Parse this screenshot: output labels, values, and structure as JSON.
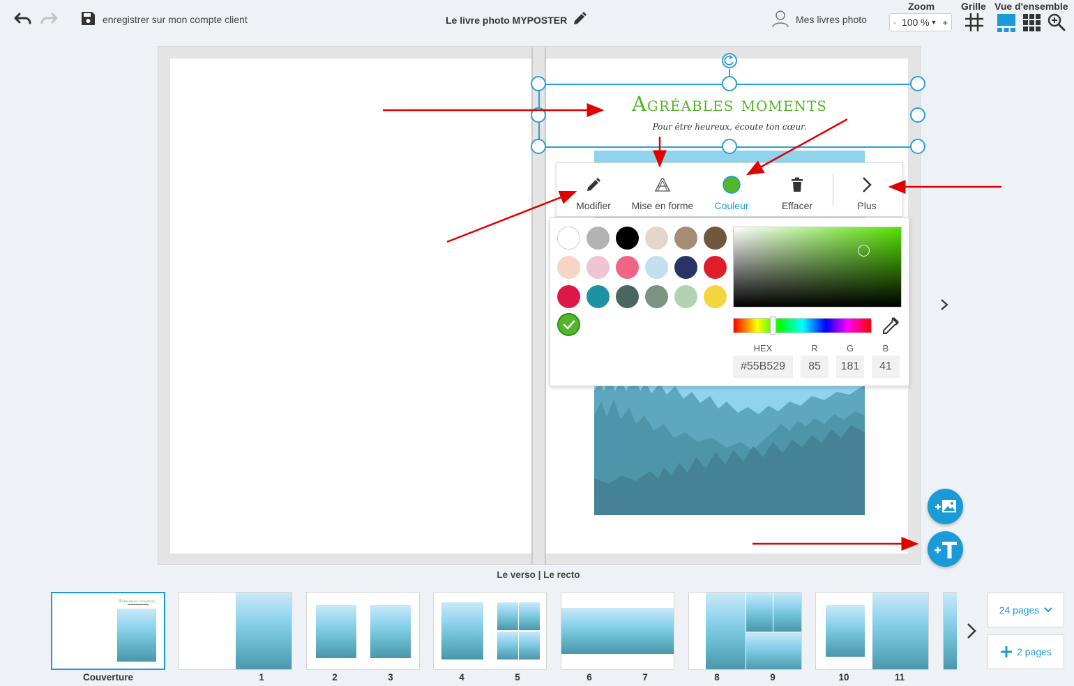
{
  "toolbar": {
    "save_label": "enregistrer sur mon compte client",
    "doc_title": "Le livre photo MYPOSTER",
    "account_label": "Mes livres photo",
    "zoom_label": "Zoom",
    "zoom_minus": "-",
    "zoom_value": "100 %",
    "zoom_plus": "+",
    "grid_label": "Grille",
    "overview_label": "Vue d'ensemble"
  },
  "canvas": {
    "title_text": "Agréables moments",
    "subtitle_text": "Pour être heureux, écoute ton cœur.",
    "title_color": "#55B529"
  },
  "context_toolbar": {
    "items": [
      {
        "label": "Modifier",
        "icon": "pencil-icon"
      },
      {
        "label": "Mise en forme",
        "icon": "font-format-icon"
      },
      {
        "label": "Couleur",
        "icon": "color-dot-icon"
      },
      {
        "label": "Effacer",
        "icon": "trash-icon"
      },
      {
        "label": "Plus",
        "icon": "chevron-right-icon"
      }
    ]
  },
  "color_picker": {
    "swatches": [
      "#ffffff",
      "#b3b3b3",
      "#000000",
      "#e5d6c9",
      "#a68b75",
      "#70573d",
      "#f6d5c4",
      "#efc5d4",
      "#f06486",
      "#c3deed",
      "#2b3366",
      "#e11d2b",
      "#df1749",
      "#1f91a6",
      "#49665f",
      "#7c9384",
      "#b0d3b3",
      "#f3d53d"
    ],
    "selected_color": "#55B529",
    "hex_label": "HEX",
    "r_label": "R",
    "g_label": "G",
    "b_label": "B",
    "hex_value": "#55B529",
    "r_value": "85",
    "g_value": "181",
    "b_value": "41"
  },
  "spread_label": "Le verso | Le recto",
  "thumbnails": {
    "cover_label": "Couverture",
    "cover_title": "Agréables moments",
    "page_labels": [
      "1",
      "2",
      "3",
      "4",
      "5",
      "6",
      "7",
      "8",
      "9",
      "10",
      "11"
    ]
  },
  "pages_button": "24 pages",
  "add_pages_button": "2 pages"
}
